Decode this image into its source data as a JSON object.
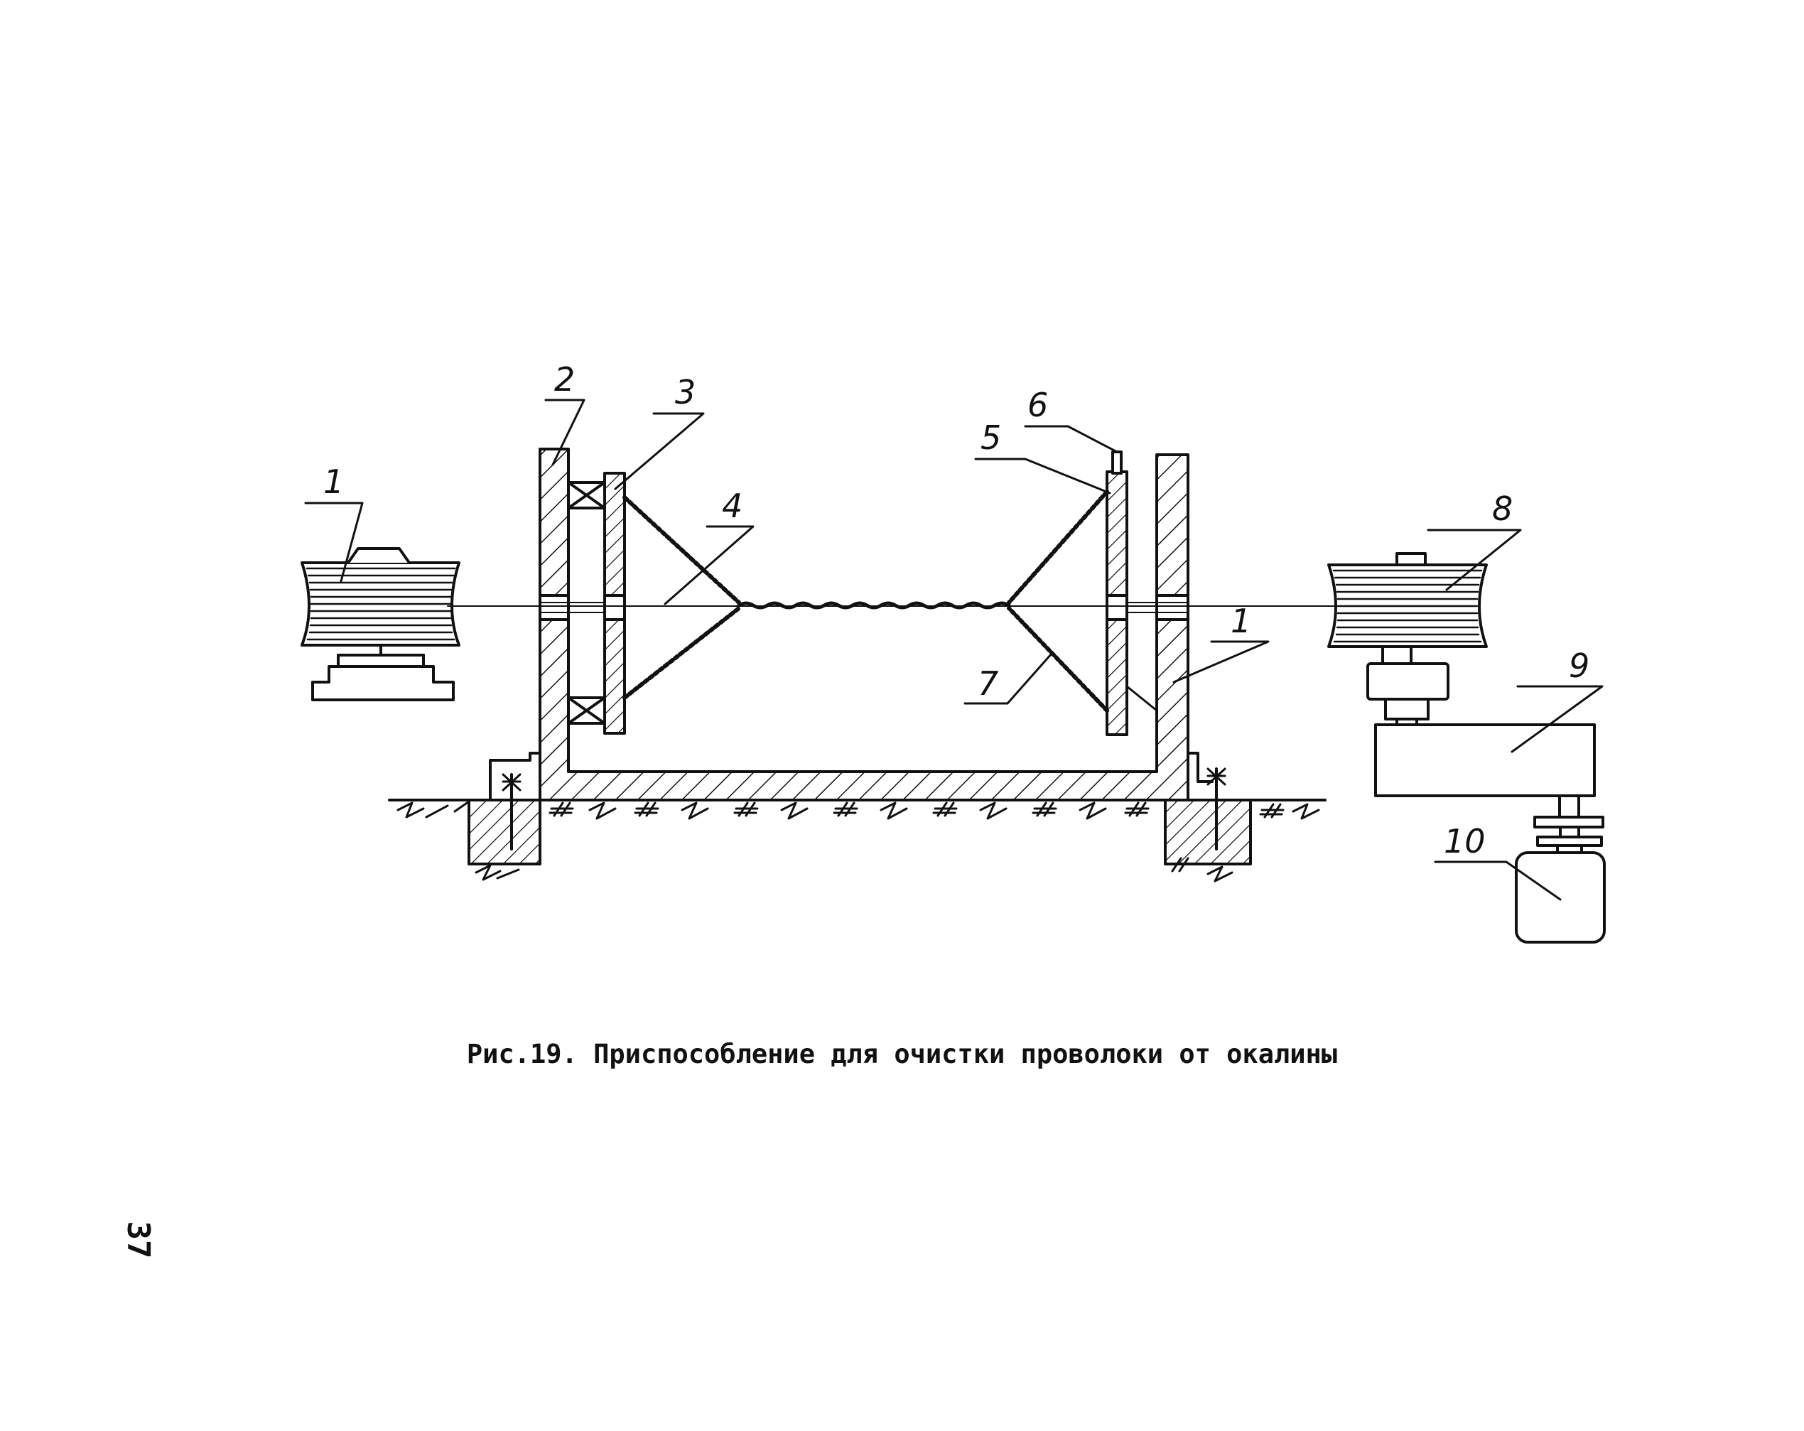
{
  "figure": {
    "callouts": [
      "1",
      "2",
      "3",
      "4",
      "5",
      "6",
      "7",
      "8",
      "9",
      "10",
      "1"
    ],
    "caption": "Рис.19. Приспособление для очистки проволоки от окалины"
  },
  "page_number": "37"
}
